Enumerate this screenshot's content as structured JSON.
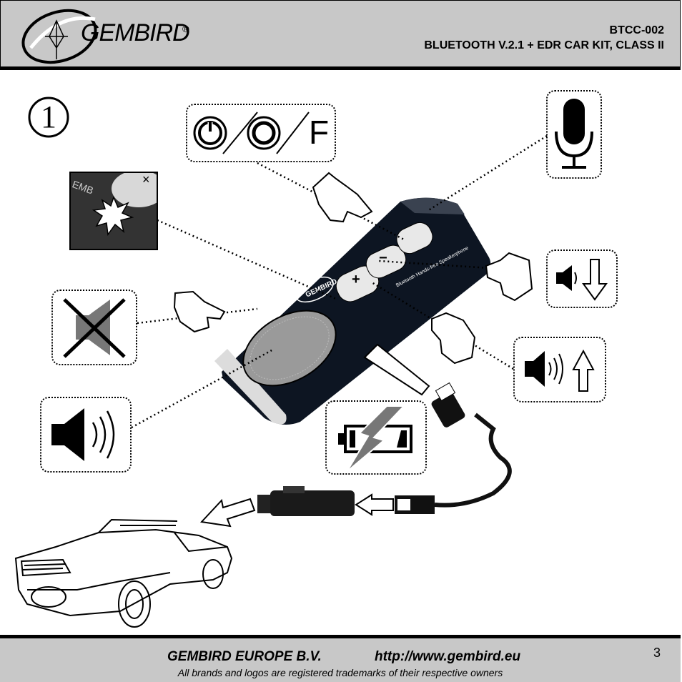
{
  "header": {
    "brand": "GEMBIRD",
    "registered_mark": "®",
    "model": "BTCC-002",
    "product_title": "BLUETOOTH V.2.1 + EDR CAR KIT, CLASS II"
  },
  "step": {
    "number": "1"
  },
  "device": {
    "brand": "GEMBIRD",
    "button_plus": "+",
    "button_minus": "−",
    "model_text": "Bluetooth Hands-free Speakerphone"
  },
  "function_key": {
    "label": "F"
  },
  "footer": {
    "company": "GEMBIRD EUROPE B.V.",
    "url": "http://www.gembird.eu",
    "trademarks": "All brands and logos are registered trademarks of their respective owners",
    "page_number": "3"
  },
  "icons": [
    "power-icon",
    "circle-icon",
    "function-icon",
    "microphone-icon",
    "led-flash-icon",
    "mute-icon",
    "volume-down-icon",
    "volume-up-icon",
    "speaker-icon",
    "battery-charge-icon",
    "hand-pointer-icon",
    "car-icon",
    "car-charger-icon",
    "usb-cable-icon"
  ],
  "colors": {
    "header_bg": "#c8c8c8",
    "device_body": "#0d1522",
    "speaker_grille": "#9a9a9a"
  }
}
